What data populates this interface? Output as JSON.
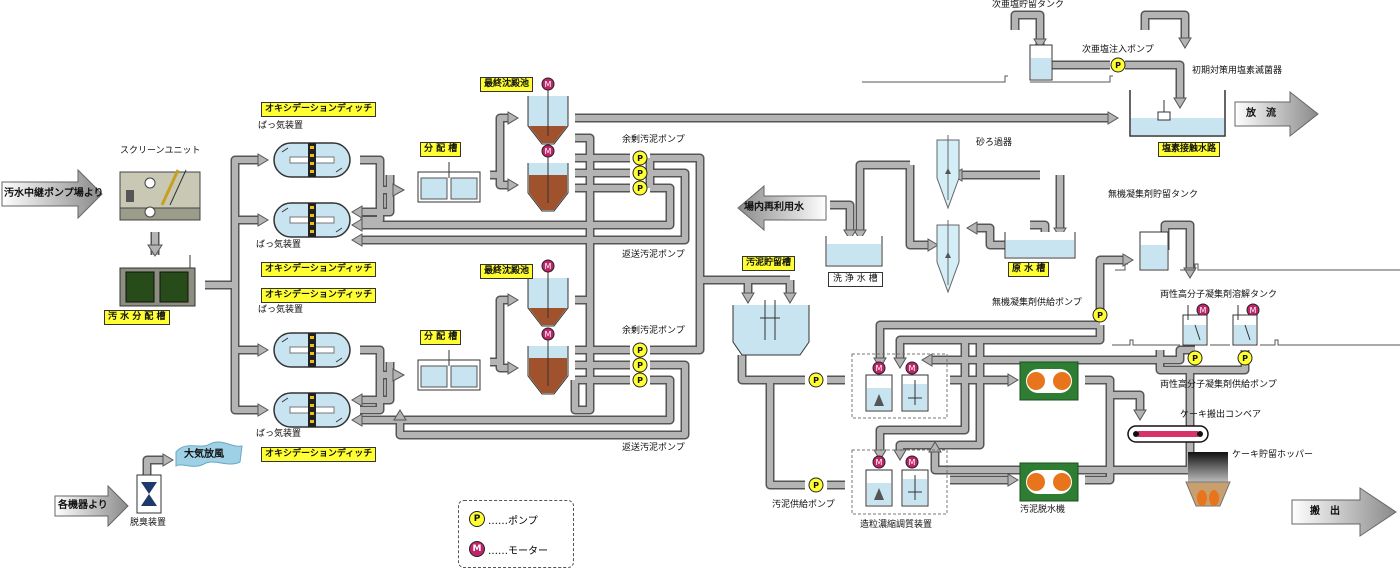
{
  "sources": {
    "influent": "汚水中継ポンプ場より",
    "equipment": "各機器より"
  },
  "outputs": {
    "discharge": "放　流",
    "reuse": "場内再利用水",
    "carry_out": "搬　出",
    "atmosphere": "大気放風"
  },
  "units": {
    "screen": "スクリーンユニット",
    "sewage_distribution": "汚 水 分 配 槽",
    "ox_ditch_1": "オキシデーションディッチ",
    "ox_ditch_2": "オキシデーションディッチ",
    "ox_ditch_3": "オキシデーションディッチ",
    "ox_ditch_4": "オキシデーションディッチ",
    "aerator_1": "ばっ気装置",
    "aerator_2": "ばっ気装置",
    "aerator_3": "ばっ気装置",
    "aerator_4": "ばっ気装置",
    "dist_tank_1": "分 配 槽",
    "dist_tank_2": "分 配 槽",
    "final_sed_1": "最終沈殿池",
    "final_sed_2": "最終沈殿池",
    "excess_sludge_pump_1": "余剰汚泥ポンプ",
    "excess_sludge_pump_2": "余剰汚泥ポンプ",
    "return_sludge_pump_1": "返送汚泥ポンプ",
    "return_sludge_pump_2": "返送汚泥ポンプ",
    "hypochlorite_tank": "次亜塩貯留タンク",
    "hypochlorite_pump": "次亜塩注入ポンプ",
    "disinfection": "初期対策用塩素滅菌器",
    "chlorine_channel": "塩素接触水路",
    "sand_filter": "砂ろ過器",
    "raw_water_tank": "原 水 槽",
    "wash_water_tank": "洗 浄 水 槽",
    "inorganic_coag_tank": "無機凝集剤貯留タンク",
    "inorganic_coag_pump": "無機凝集剤供給ポンプ",
    "polymer_tank": "両性高分子凝集剤溶解タンク",
    "polymer_pump": "両性高分子凝集剤供給ポンプ",
    "sludge_storage": "汚泥貯留槽",
    "sludge_feed_pump": "汚泥供給ポンプ",
    "thickening": "造粒濃縮調質装置",
    "dewatering": "汚泥脱水機",
    "cake_conveyor": "ケーキ搬出コンベア",
    "cake_hopper": "ケーキ貯留ホッパー",
    "deodorizer": "脱臭装置"
  },
  "legend": {
    "pump_symbol": "P",
    "pump_text": "……ポンプ",
    "motor_symbol": "M",
    "motor_text": "……モーター"
  },
  "colors": {
    "pipe": "#a9a9a9",
    "pipe_edge": "#555555",
    "label_yellow": "#ffff33",
    "water": "#c8e4f0",
    "sludge": "#a0522d",
    "motor": "#c0246a",
    "dewater_green": "#2e7d32",
    "dewater_orange": "#e8741c",
    "conveyor_belt": "#d6336c"
  }
}
